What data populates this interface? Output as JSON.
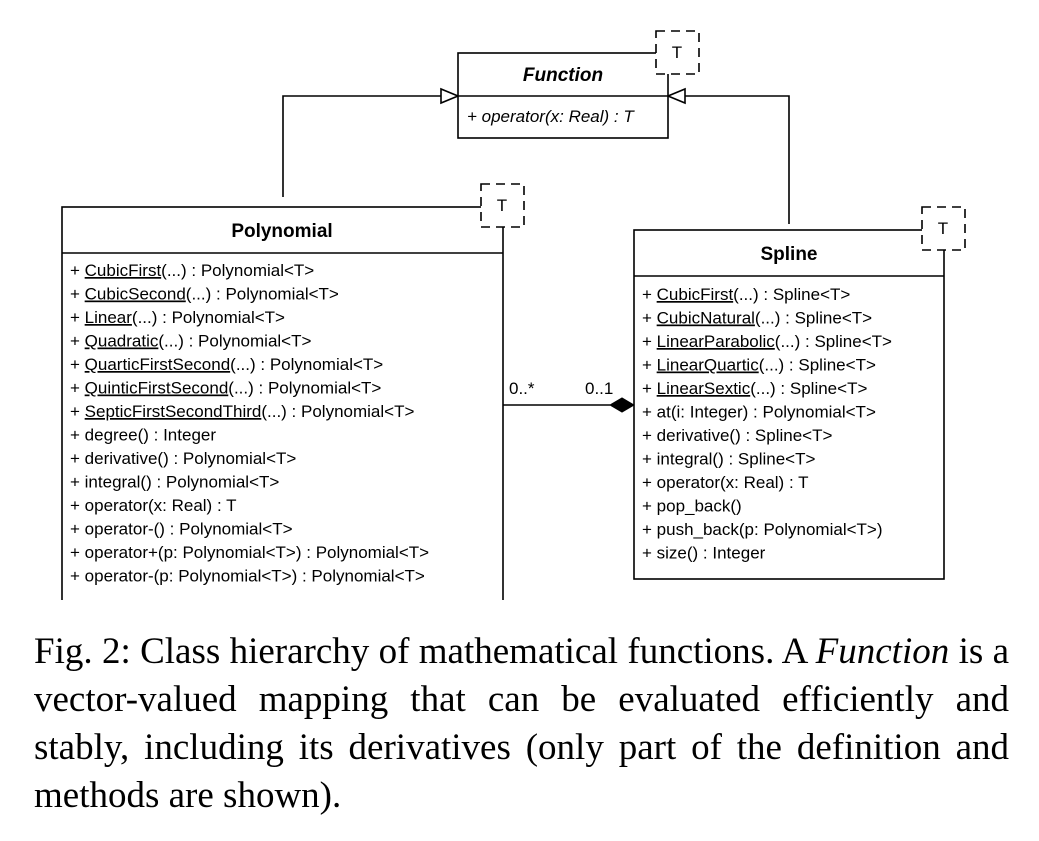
{
  "function_class": {
    "name": "Function",
    "type_param": "T",
    "operations": [
      "+ operator(x: Real) : T"
    ]
  },
  "polynomial_class": {
    "name": "Polynomial",
    "type_param": "T",
    "members": [
      {
        "prefix": "+ ",
        "name": "CubicFirst",
        "rest": "(...) : Polynomial<T>",
        "static": true
      },
      {
        "prefix": "+ ",
        "name": "CubicSecond",
        "rest": "(...) : Polynomial<T>",
        "static": true
      },
      {
        "prefix": "+ ",
        "name": "Linear",
        "rest": "(...) : Polynomial<T>",
        "static": true
      },
      {
        "prefix": "+ ",
        "name": "Quadratic",
        "rest": "(...) : Polynomial<T>",
        "static": true
      },
      {
        "prefix": "+ ",
        "name": "QuarticFirstSecond",
        "rest": "(...) : Polynomial<T>",
        "static": true
      },
      {
        "prefix": "+ ",
        "name": "QuinticFirstSecond",
        "rest": "(...) : Polynomial<T>",
        "static": true
      },
      {
        "prefix": "+ ",
        "name": "SepticFirstSecondThird",
        "rest": "(...) : Polynomial<T>",
        "static": true
      },
      {
        "prefix": "+ ",
        "name": "degree",
        "rest": "() : Integer",
        "static": false
      },
      {
        "prefix": "+ ",
        "name": "derivative",
        "rest": "() : Polynomial<T>",
        "static": false
      },
      {
        "prefix": "+ ",
        "name": "integral",
        "rest": "() : Polynomial<T>",
        "static": false
      },
      {
        "prefix": "+ ",
        "name": "operator",
        "rest": "(x: Real) : T",
        "static": false
      },
      {
        "prefix": "+ ",
        "name": "operator-",
        "rest": "() : Polynomial<T>",
        "static": false
      },
      {
        "prefix": "+ ",
        "name": "operator+",
        "rest": "(p: Polynomial<T>) : Polynomial<T>",
        "static": false
      },
      {
        "prefix": "+ ",
        "name": "operator-",
        "rest": "(p: Polynomial<T>) : Polynomial<T>",
        "static": false
      }
    ]
  },
  "spline_class": {
    "name": "Spline",
    "type_param": "T",
    "members": [
      {
        "prefix": "+ ",
        "name": "CubicFirst",
        "rest": "(...) : Spline<T>",
        "static": true
      },
      {
        "prefix": "+ ",
        "name": "CubicNatural",
        "rest": "(...) : Spline<T>",
        "static": true
      },
      {
        "prefix": "+ ",
        "name": "LinearParabolic",
        "rest": "(...) : Spline<T>",
        "static": true
      },
      {
        "prefix": "+ ",
        "name": "LinearQuartic",
        "rest": "(...) : Spline<T>",
        "static": true
      },
      {
        "prefix": "+ ",
        "name": "LinearSextic",
        "rest": "(...) : Spline<T>",
        "static": true
      },
      {
        "prefix": "+ ",
        "name": "at",
        "rest": "(i: Integer) : Polynomial<T>",
        "static": false
      },
      {
        "prefix": "+ ",
        "name": "derivative",
        "rest": "() : Spline<T>",
        "static": false
      },
      {
        "prefix": "+ ",
        "name": "integral",
        "rest": "() : Spline<T>",
        "static": false
      },
      {
        "prefix": "+ ",
        "name": "operator",
        "rest": "(x: Real) : T",
        "static": false
      },
      {
        "prefix": "+ ",
        "name": "pop_back",
        "rest": "()",
        "static": false
      },
      {
        "prefix": "+ ",
        "name": "push_back",
        "rest": "(p: Polynomial<T>)",
        "static": false
      },
      {
        "prefix": "+ ",
        "name": "size",
        "rest": "() : Integer",
        "static": false
      }
    ]
  },
  "association": {
    "polynomial_multiplicity": "0..*",
    "spline_multiplicity": "0..1"
  },
  "caption": {
    "label": "Fig. 2:",
    "text_1": " Class hierarchy of mathematical functions. A ",
    "emphasis": "Function",
    "text_2": " is a vector-valued mapping that can be evaluated efficiently and stably, including its derivatives (only part of the definition and methods are shown)."
  }
}
